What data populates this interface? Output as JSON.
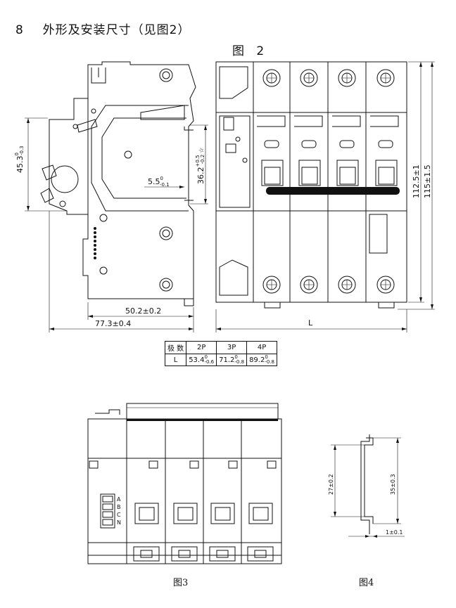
{
  "doc": {
    "heading_number": "8",
    "heading_text": "外形及安装尺寸（见图2）",
    "figure2_title": "图 2",
    "figure3_caption": "图3",
    "figure4_caption": "图4"
  },
  "fig2_side": {
    "dim_height_left_main": "45.3",
    "dim_height_left_tol_upper": "0",
    "dim_height_left_tol_lower": "-0.3",
    "dim_rail_width_main": "36.2",
    "dim_rail_width_tol_upper": "+0.5",
    "dim_rail_width_tol_lower": "-0.2",
    "dim_rail_mark": "☆",
    "dim_depth_main": "5.5",
    "dim_depth_tol_upper": "0",
    "dim_depth_tol_lower": "-0.1",
    "dim_front_width": "50.2±0.2",
    "dim_total_width": "77.3±0.4"
  },
  "fig2_front": {
    "dim_length": "L",
    "dim_height_inner": "112.5±1",
    "dim_height_outer": "115±1.5"
  },
  "pole_table": {
    "header_label": "极 数",
    "row_label": "L",
    "columns": [
      {
        "pole": "2P",
        "main": "53.4",
        "upper": "0",
        "lower": "-0.6"
      },
      {
        "pole": "3P",
        "main": "71.2",
        "upper": "0",
        "lower": "-0.8"
      },
      {
        "pole": "4P",
        "main": "89.2",
        "upper": "0",
        "lower": "-0.8"
      }
    ]
  },
  "fig3": {
    "indicator_labels": [
      "A",
      "B",
      "C",
      "N"
    ]
  },
  "fig4": {
    "dim_inner": "27±0.2",
    "dim_outer": "35±0.3",
    "dim_thickness": "1±0.1"
  }
}
